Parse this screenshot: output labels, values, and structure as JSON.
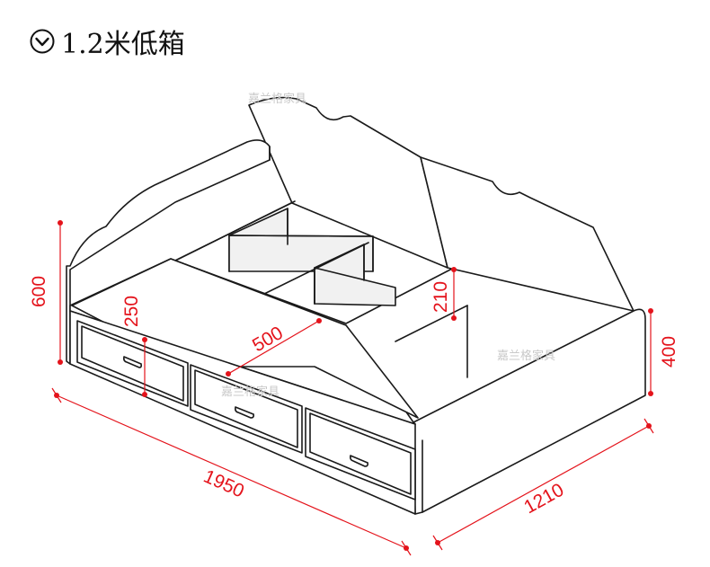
{
  "title": "1.2米低箱",
  "watermark": "嘉兰格家具",
  "dimensions": {
    "height_total": "600",
    "drawer_height": "250",
    "drawer_depth": "500",
    "compartment_height": "210",
    "box_height": "400",
    "length": "1950",
    "width": "1210"
  },
  "colors": {
    "dimension": "#e4131b",
    "outline": "#1a1a1a",
    "watermark": "#c9c9c9"
  },
  "icons": {
    "title_icon": "circle-check-down-icon"
  }
}
